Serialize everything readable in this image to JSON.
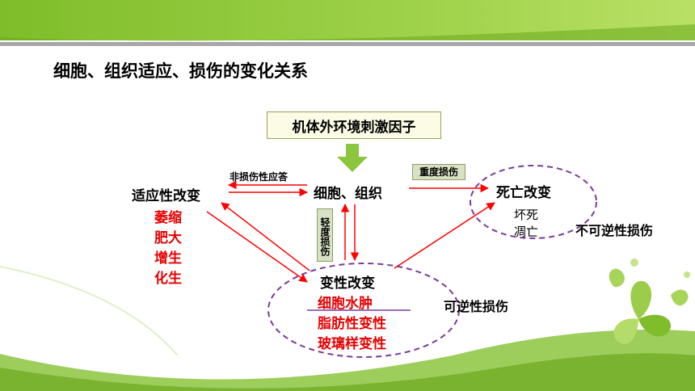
{
  "title": "细胞、组织适应、损伤的变化关系",
  "top_box": "机体外环境刺激因子",
  "nodes": {
    "adaptive": "适应性改变",
    "cell": "细胞、组织",
    "death": "死亡改变",
    "degeneration": "变性改变"
  },
  "edge_labels": {
    "non_injury": "非损伤性应答",
    "severe_injury": "重度损伤",
    "mild_injury": "轻度损伤"
  },
  "adaptive_items": [
    "萎缩",
    "肥大",
    "增生",
    "化生"
  ],
  "death_items": [
    "坏死",
    "凋亡"
  ],
  "degeneration_items": [
    "细胞水肿",
    "脂肪性变性",
    "玻璃样变性"
  ],
  "side_labels": {
    "irreversible": "不可逆性损伤",
    "reversible": "可逆性损伤"
  },
  "colors": {
    "banner_green": "#8cc63f",
    "arrow_red": "#ff0000",
    "ellipse_purple": "#7a3a9a",
    "text_red": "#e60000"
  }
}
